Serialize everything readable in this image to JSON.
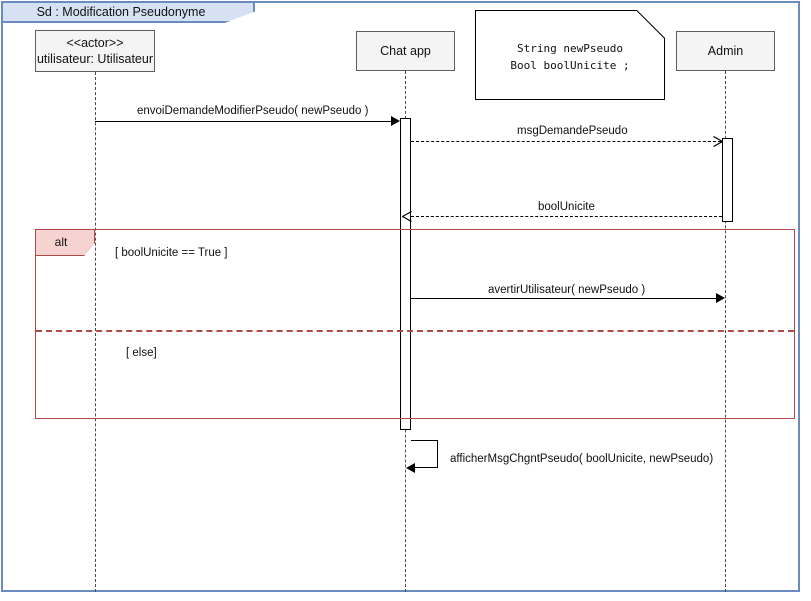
{
  "frame": {
    "title": "Sd :  Modification Pseudonyme",
    "border_color": "#6a8bbe",
    "tab_fill": "#d6e2f4"
  },
  "participants": [
    {
      "id": "utilisateur",
      "stereotype": "<<actor>>",
      "label": "utilisateur: Utilisateur"
    },
    {
      "id": "chatapp",
      "stereotype": "",
      "label": "Chat app"
    },
    {
      "id": "admin",
      "stereotype": "",
      "label": "Admin"
    }
  ],
  "note": {
    "lines": "String newPseudo\nBool boolUnicite ;"
  },
  "messages": [
    {
      "id": "m1",
      "label": "envoiDemandeModifierPseudo( newPseudo )",
      "from": "utilisateur",
      "to": "chatapp",
      "style": "solid",
      "arrow": "filled"
    },
    {
      "id": "m2",
      "label": "msgDemandePseudo",
      "from": "chatapp",
      "to": "admin",
      "style": "dashed",
      "arrow": "open"
    },
    {
      "id": "m3",
      "label": "boolUnicite",
      "from": "admin",
      "to": "chatapp",
      "style": "dashed",
      "arrow": "open"
    },
    {
      "id": "m4",
      "label": "avertirUtilisateur( newPseudo )",
      "from": "chatapp",
      "to": "admin",
      "style": "solid",
      "arrow": "filled"
    },
    {
      "id": "m5",
      "label": "afficherMsgChgntPseudo( boolUnicite, newPseudo)",
      "from": "chatapp",
      "to": "chatapp",
      "style": "solid",
      "arrow": "filled"
    }
  ],
  "fragment": {
    "operator": "alt",
    "border_color": "#b04a47",
    "tab_fill": "#f6d2d0",
    "guards": [
      {
        "id": "g1",
        "text": "[ boolUnicite == True ]"
      },
      {
        "id": "g2",
        "text": "[ else]"
      }
    ]
  }
}
